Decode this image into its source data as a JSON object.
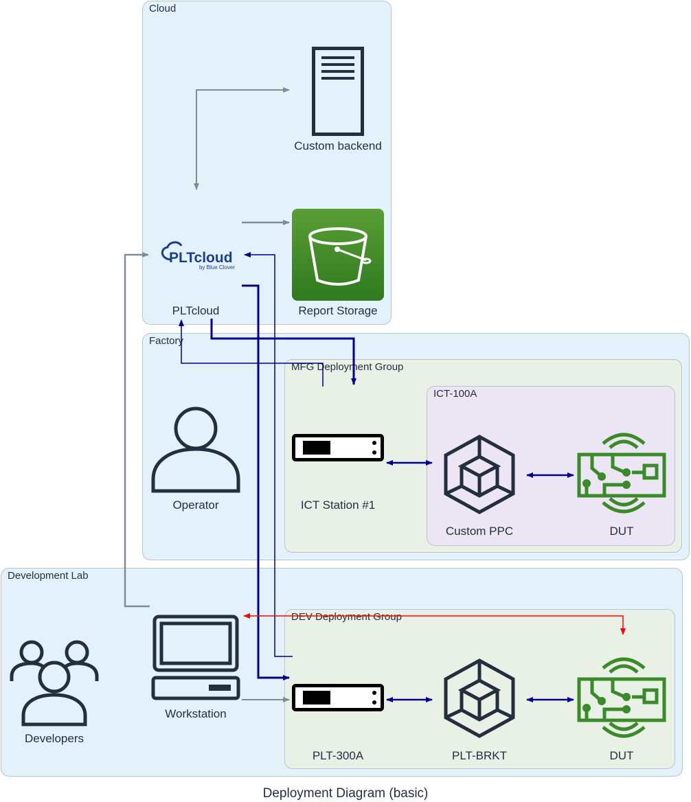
{
  "title": "Deployment Diagram (basic)",
  "groups": {
    "cloud": "Cloud",
    "factory": "Factory",
    "mfg": "MFG Deployment Group",
    "ict": "ICT-100A",
    "devlab": "Development Lab",
    "dev": "DEV Deployment Group"
  },
  "nodes": {
    "custom_backend": "Custom backend",
    "pltcloud": "PLTcloud",
    "report_storage": "Report Storage",
    "operator": "Operator",
    "ict_station": "ICT Station #1",
    "custom_ppc": "Custom PPC",
    "dut_ict": "DUT",
    "developers": "Developers",
    "workstation": "Workstation",
    "plt300a": "PLT-300A",
    "pltbrkt": "PLT-BRKT",
    "dut_dev": "DUT"
  },
  "logo": {
    "name": "PLTcloud",
    "tagline": "by Blue Clover"
  },
  "colors": {
    "gray_arrow": "#808b96",
    "navy_arrow": "#00008b",
    "red_arrow": "#ff0000",
    "pcb_green": "#3a8a2a",
    "storage_green_top": "#5a9e34",
    "storage_green_bottom": "#2f7a1f",
    "icon_dark": "#232f3e",
    "logo_blue": "#1b3d8f"
  }
}
